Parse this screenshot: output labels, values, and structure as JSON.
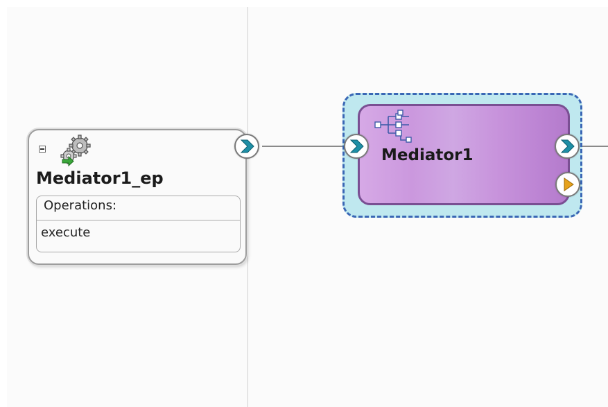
{
  "service": {
    "title": "Mediator1_ep",
    "operations_header": "Operations:",
    "operations": [
      "execute"
    ],
    "icon": "gears-icon"
  },
  "mediator": {
    "title": "Mediator1",
    "icon": "routing-tree-icon"
  },
  "colors": {
    "mediator_fill": "#cb98de",
    "mediator_border": "#7a4f93",
    "selection_fill": "#bfe8ef",
    "selection_border": "#3a67b5",
    "port_chevron": "#1f8fa6",
    "event_triangle": "#e6a21c"
  }
}
